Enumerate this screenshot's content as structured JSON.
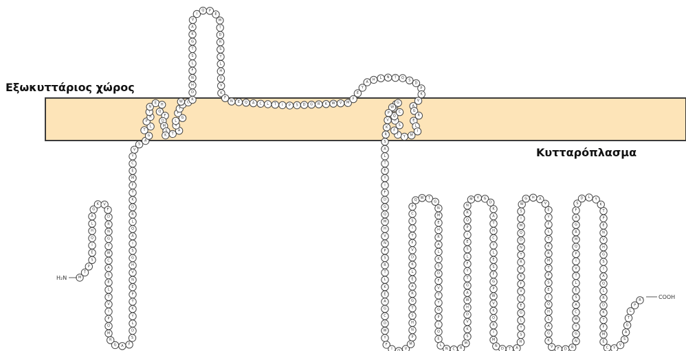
{
  "labels": {
    "extracellular": "Εξωκυττάριος χώρος",
    "cytoplasm": "Κυτταρόπλασμα",
    "n_terminus": "H₂N",
    "c_terminus": "COOH"
  },
  "colors": {
    "membrane_fill": "#fde4b8",
    "membrane_line": "#3a3a3a",
    "residue_stroke": "#444444",
    "residue_fill": "#ffffff"
  },
  "residue_letters": "MTPSEIQHLAGKVFDRNGYWCASELTVIPQMRGAFSDLYKTPENVHGSIAQLRDKTFMECYVSAGTLPRINEHQFDMSKTAVLGPYEWCRDHNFLSTGKAVIQPEMTDRSYLHGVKFNEQACLTIPSDGRKWVMFEYAHLNTQSDPKVAGRELIMYTFSHQCDNGWPVKRSALTEYIFDGQMHVNPSRTLKEAGCDWYFIQVMPNHSTGRAELKDVFYISCPQWTGNMEHRALKSDFVTYGPIQELNCRMSKVDHWAGTYFLSEIPQRNMVGDKATHCYLESFGPWVKQRIMNDTAHSYLGECVFKPRTNDQMISWGHAVEYFLTKR"
}
